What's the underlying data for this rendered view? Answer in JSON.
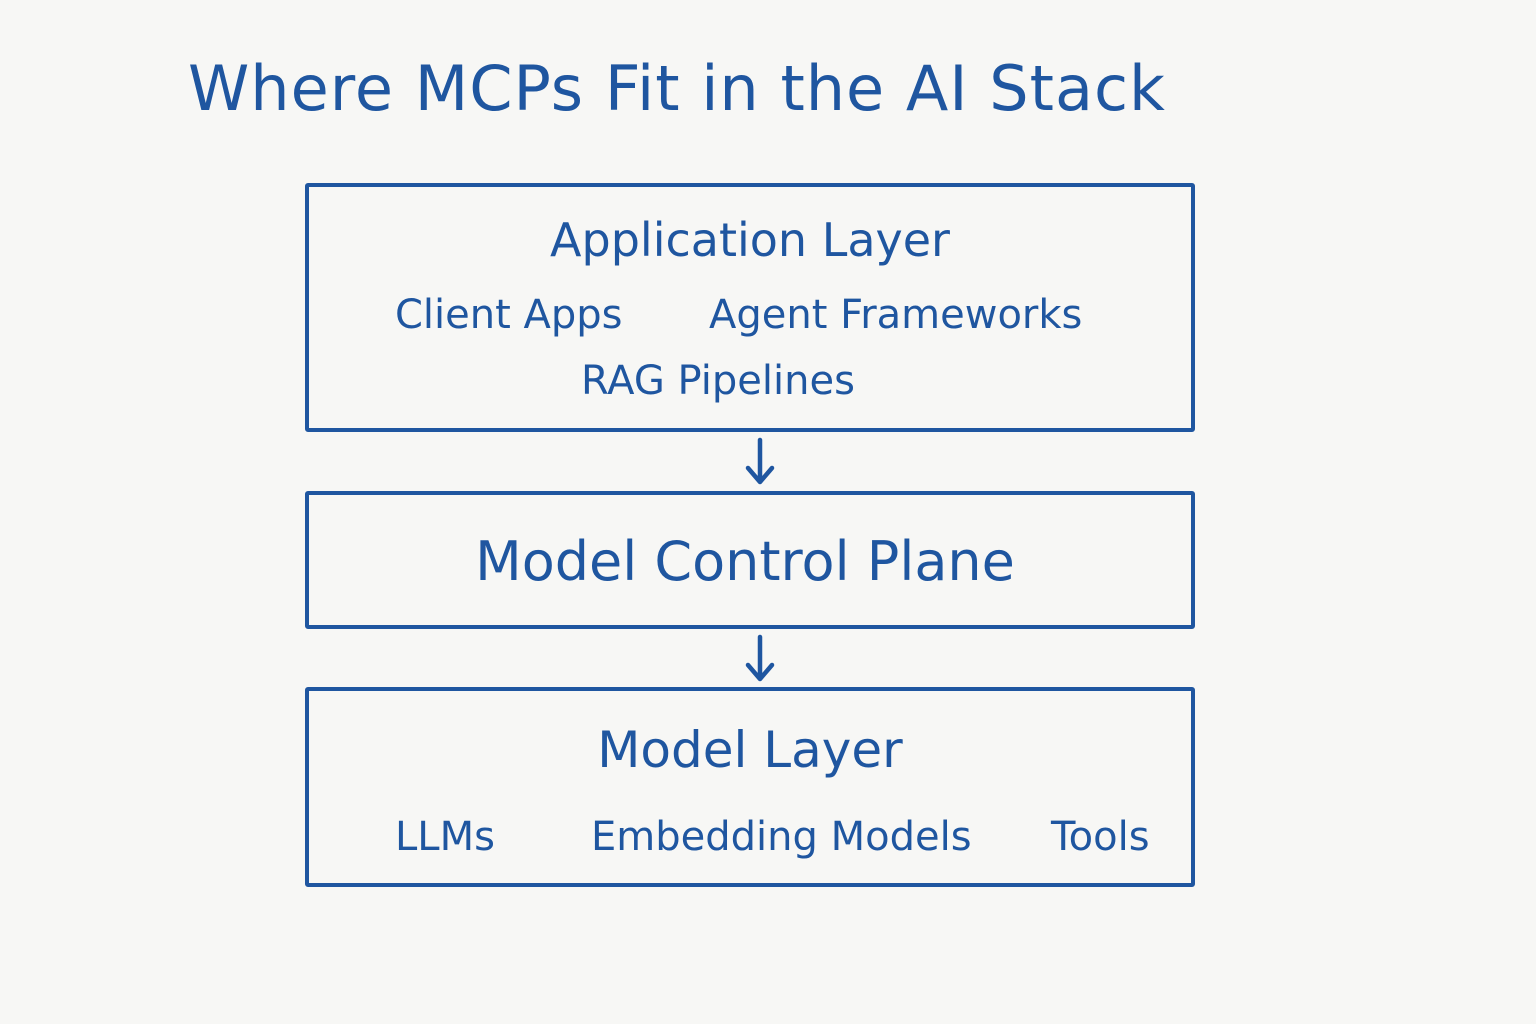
{
  "title": "Where MCPs Fit in the AI Stack",
  "colors": {
    "ink": "#1f56a0",
    "background": "#f7f7f5"
  },
  "layers": [
    {
      "heading": "Application Layer",
      "items": [
        "Client Apps",
        "Agent Frameworks",
        "RAG Pipelines"
      ]
    },
    {
      "heading": "Model Control Plane",
      "items": []
    },
    {
      "heading": "Model Layer",
      "items": [
        "LLMs",
        "Embedding Models",
        "Tools"
      ]
    }
  ],
  "connectors": [
    {
      "from": "Application Layer",
      "to": "Model Control Plane",
      "icon": "arrow-down-icon"
    },
    {
      "from": "Model Control Plane",
      "to": "Model Layer",
      "icon": "arrow-down-icon"
    }
  ]
}
